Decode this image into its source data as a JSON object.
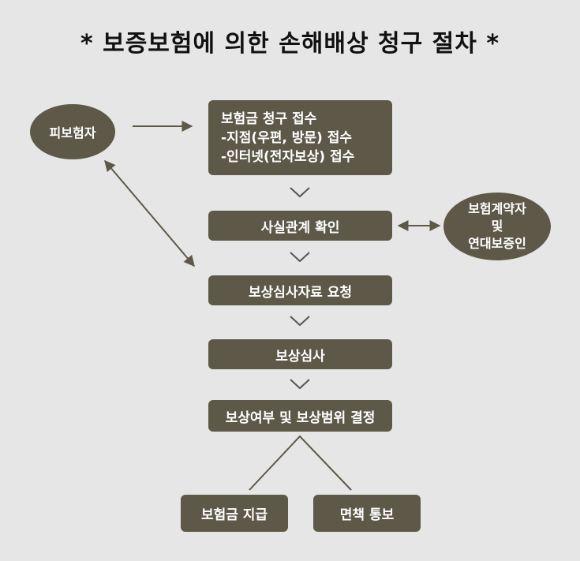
{
  "title": "* 보증보험에 의한 손해배상 청구 절차 *",
  "nodes": {
    "insured": "피보험자",
    "claim_receipt": {
      "line1": "보험금 청구 접수",
      "line2": "-지점(우편, 방문) 접수",
      "line3": "-인터넷(전자보상) 접수"
    },
    "fact_check": "사실관계 확인",
    "contractor": {
      "line1": "보험계약자",
      "line2": "및",
      "line3": "연대보증인"
    },
    "request_docs": "보상심사자료 요청",
    "review": "보상심사",
    "decision": "보상여부 및 보상범위 결정",
    "payment": "보험금 지급",
    "denial": "면책 통보"
  },
  "colors": {
    "box": "#5e5848",
    "background": "#e6e6e6",
    "line": "#5e5848",
    "chevron": "#555555"
  }
}
